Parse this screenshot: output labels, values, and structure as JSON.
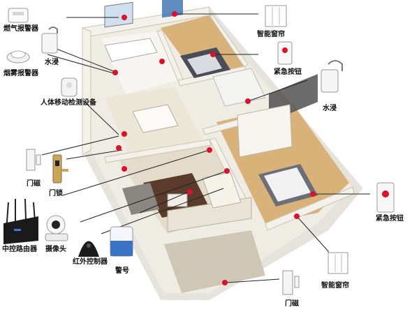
{
  "labels": {
    "gas_alarm": "燃气报警器",
    "water_leak_left": "水浸",
    "smoke_alarm": "烟雾报警器",
    "motion_sensor": "人体移动检测设备",
    "door_sensor_left": "门磁",
    "door_lock": "门锁",
    "router": "中控路由器",
    "camera": "摄像头",
    "ir_controller": "红外控制器",
    "siren": "警号",
    "smart_curtain_top": "智能窗帘",
    "emergency_button_top": "紧急按钮",
    "water_leak_right": "水浸",
    "emergency_button_right": "紧急按钮",
    "smart_curtain_bottom": "智能窗帘",
    "door_sensor_bottom": "门磁"
  },
  "colors": {
    "marker": "#e0102a",
    "leader_line": "#222222",
    "wall": "#f4f1ea",
    "floor_wood": "#d9b27a",
    "floor_tile": "#e9e6dc"
  }
}
